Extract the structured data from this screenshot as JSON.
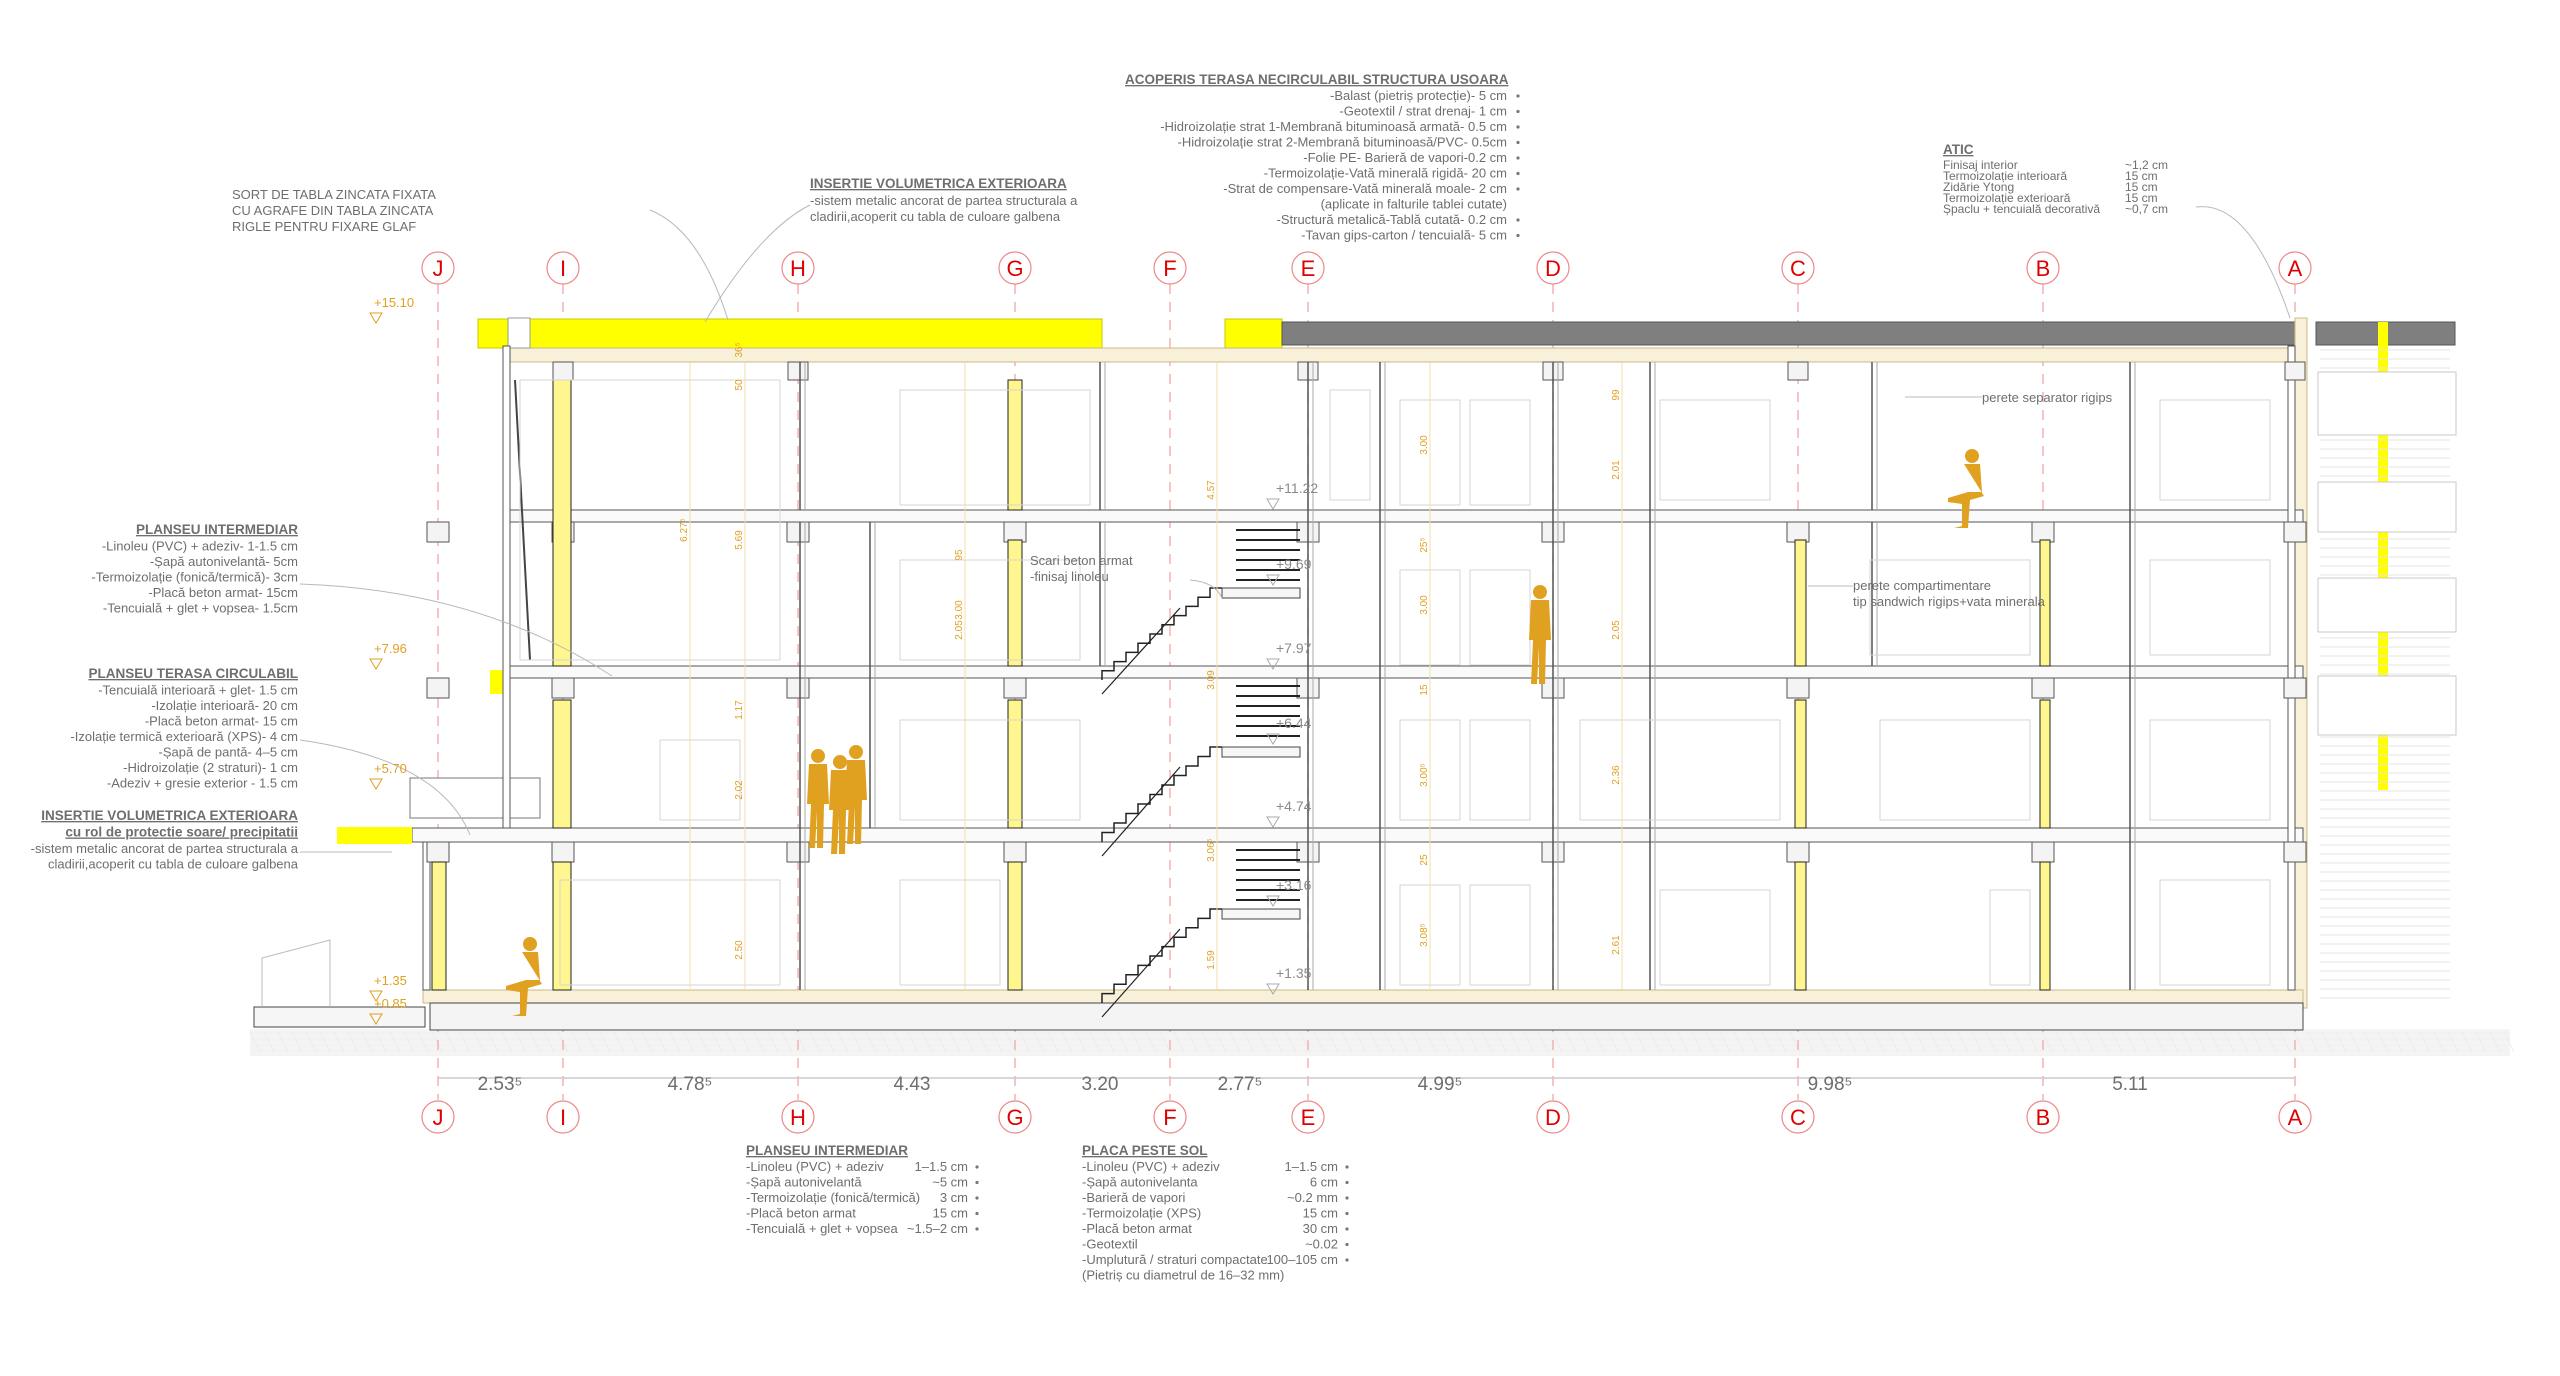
{
  "notes": {
    "roof": {
      "title": "ACOPERIS TERASA NECIRCULABIL STRUCTURA USOARA",
      "lines": [
        "-Balast (pietriș protecție)- 5 cm",
        "-Geotextil / strat drenaj- 1 cm",
        "-Hidroizolație strat 1-Membrană bituminoasă armată- 0.5 cm",
        "-Hidroizolație strat 2-Membrană bituminoasă/PVC- 0.5cm",
        "-Folie PE- Barieră de vapori-0.2 cm",
        "-Termoizolație-Vată minerală rigidă- 20 cm",
        "-Strat de compensare-Vată minerală moale- 2 cm",
        "(aplicate in falturile tablei cutate)",
        "-Structură metalică-Tablă cutată- 0.2 cm",
        "-Tavan gips-carton / tencuială- 5 cm"
      ]
    },
    "atic": {
      "title": "ATIC",
      "rows": [
        {
          "label": "Finisaj interior",
          "value": "~1,2 cm"
        },
        {
          "label": "Termoizolație interioară",
          "value": "15 cm"
        },
        {
          "label": "Zidărie Ytong",
          "value": "15 cm"
        },
        {
          "label": "Termoizolație exterioară",
          "value": "15 cm"
        },
        {
          "label": "Șpaclu + tencuială decorativă",
          "value": "~0,7 cm"
        }
      ]
    },
    "sort": {
      "lines": [
        "SORT DE TABLA ZINCATA FIXATA",
        "CU AGRAFE DIN TABLA ZINCATA",
        "RIGLE PENTRU FIXARE GLAF"
      ]
    },
    "insertie_top": {
      "title": "INSERTIE VOLUMETRICA EXTERIOARA",
      "lines": [
        "-sistem metalic ancorat de partea structurala a",
        "cladirii,acoperit cu tabla de culoare galbena"
      ]
    },
    "planseu_left": {
      "title": "PLANSEU INTERMEDIAR",
      "lines": [
        "-Linoleu (PVC) + adeziv- 1-1.5 cm",
        "-Șapă autonivelantă- 5cm",
        "-Termoizolație (fonică/termică)- 3cm",
        "-Placă beton armat- 15cm",
        "-Tencuială + glet + vopsea- 1.5cm"
      ]
    },
    "terasa_left": {
      "title": "PLANSEU TERASA CIRCULABIL",
      "lines": [
        "-Tencuială interioară + glet- 1.5 cm",
        "-Izolație interioară- 20 cm",
        "-Placă beton armat- 15 cm",
        "-Izolație termică exterioară (XPS)- 4 cm",
        "-Șapă de pantă- 4–5 cm",
        "-Hidroizolație (2 straturi)- 1 cm",
        "-Adeziv + gresie exterior - 1.5 cm"
      ]
    },
    "insertie_left": {
      "title": "INSERTIE VOLUMETRICA EXTERIOARA",
      "subtitle": "cu rol de protectie soare/ precipitatii",
      "lines": [
        "-sistem metalic ancorat de partea structurala a",
        "cladirii,acoperit cu tabla de culoare galbena"
      ]
    },
    "planseu_bottom": {
      "title": "PLANSEU INTERMEDIAR",
      "rows": [
        {
          "label": "-Linoleu (PVC) + adeziv",
          "value": "1–1.5 cm"
        },
        {
          "label": "-Șapă autonivelantă",
          "value": "~5 cm"
        },
        {
          "label": "-Termoizolație (fonică/termică)",
          "value": "3 cm"
        },
        {
          "label": "-Placă beton armat",
          "value": "15 cm"
        },
        {
          "label": "-Tencuială + glet + vopsea",
          "value": "~1.5–2 cm"
        }
      ]
    },
    "placa": {
      "title": "PLACA PESTE SOL",
      "rows": [
        {
          "label": "-Linoleu (PVC) + adeziv",
          "value": "1–1.5 cm"
        },
        {
          "label": "-Șapă autonivelanta",
          "value": "6 cm"
        },
        {
          "label": "-Barieră de vapori",
          "value": "~0.2 mm"
        },
        {
          "label": "-Termoizolație (XPS)",
          "value": "15 cm"
        },
        {
          "label": "-Placă beton armat",
          "value": "30 cm"
        },
        {
          "label": "-Geotextil",
          "value": "~0.02"
        },
        {
          "label": "-Umplutură / straturi compactate",
          "value": "100–105 cm"
        }
      ],
      "footnote": "(Pietriș cu diametrul de 16–32 mm)"
    },
    "stairs": [
      "Scari beton armat",
      "-finisaj linoleu"
    ],
    "separator": "perete separator rigips",
    "compartimentare": [
      "perete compartimentare",
      "tip sandwich rigips+vata minerala"
    ]
  },
  "axes": [
    "J",
    "I",
    "H",
    "G",
    "F",
    "E",
    "D",
    "C",
    "B",
    "A"
  ],
  "spans": [
    "2.53⁵",
    "4.78⁵",
    "4.43",
    "3.20",
    "2.77⁵",
    "4.99⁵",
    "9.98⁵",
    "5.11"
  ],
  "levels_left": [
    "+15.10",
    "+7.96",
    "+5.70",
    "+1.35",
    "+0.85"
  ],
  "levels_stair": [
    "+11.22",
    "+9.69",
    "+7.97",
    "+6.44",
    "+4.74",
    "+3.16",
    "+1.35"
  ],
  "vertical_dims": [
    "36⁵",
    "50",
    "6.27⁵",
    "5.69",
    "4.57",
    "3.09",
    "3.06⁵",
    "1.59",
    "3.00",
    "25⁵",
    "3.00",
    "15",
    "3.00⁵",
    "25",
    "3.08⁵",
    "99",
    "2.01",
    "2.05",
    "2.36",
    "2.61",
    "95",
    "3.00",
    "2.05",
    "1.17",
    "2.02",
    "2.50"
  ],
  "colors": {
    "accent_yellow": "#ffff00",
    "column_yellow": "#fff68f",
    "axis_red": "#e00000",
    "dimension_orange": "#e0a020",
    "roof_gray": "#7f7f7f",
    "figure_orange": "#e0a020"
  }
}
